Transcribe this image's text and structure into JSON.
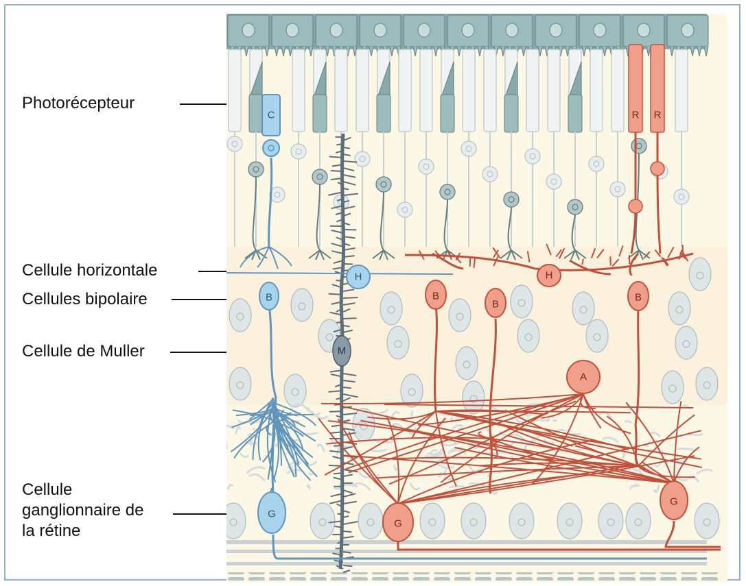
{
  "labels": {
    "photoreceptor": "Photorécepteur",
    "horizontal": "Cellule horizontale",
    "bipolar": "Cellules bipolaire",
    "muller": "Cellule de Muller",
    "ganglion": "Cellule\nganglionnaire de\nla rétine"
  },
  "cell_letters": {
    "cone": "C",
    "rod": "R",
    "horizontal": "H",
    "bipolar": "B",
    "muller": "M",
    "amacrine": "A",
    "ganglion": "G"
  },
  "colors": {
    "frame": "#8fb3d6",
    "blue_cells": "#5f95bd",
    "blue_fill": "#a8d4ee",
    "red_cells": "#c0503a",
    "red_fill": "#f0a08a",
    "muller": "#5c6f7a",
    "pale_cells": "#dfe6e8",
    "epithelium": "#8aa9aa",
    "background": "#fdf7e6"
  }
}
